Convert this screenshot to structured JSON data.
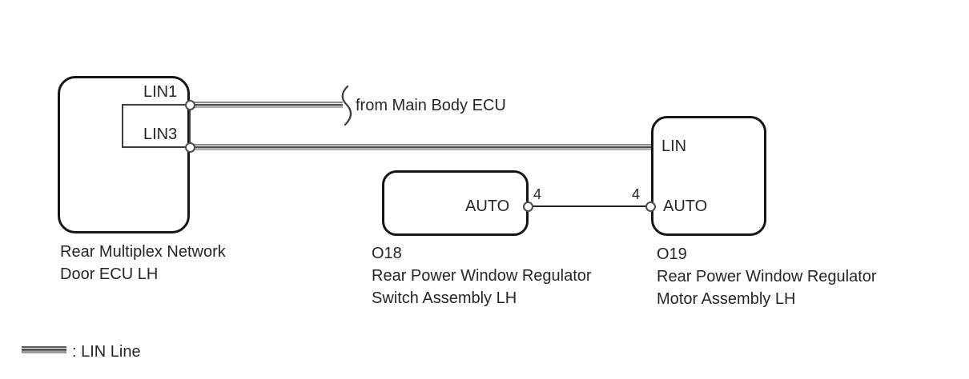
{
  "diagram_type": "wiring-diagram",
  "ecu_box": {
    "pin_lin1": "LIN1",
    "pin_lin3": "LIN3",
    "name_line1": "Rear Multiplex Network",
    "name_line2": "Door ECU LH"
  },
  "annotation": {
    "from_main_body_ecu": "from Main Body ECU"
  },
  "switch_box": {
    "code": "O18",
    "pin_auto": "AUTO",
    "pin_number": "4",
    "name_line1": "Rear Power Window Regulator",
    "name_line2": "Switch Assembly LH"
  },
  "motor_box": {
    "code": "O19",
    "pin_lin": "LIN",
    "pin_auto": "AUTO",
    "pin_number": "4",
    "name_line1": "Rear Power Window Regulator",
    "name_line2": "Motor Assembly LH"
  },
  "legend": {
    "lin_line_label": ": LIN Line"
  },
  "connections": [
    {
      "from": "Rear Multiplex Network Door ECU LH / LIN1",
      "to": "from Main Body ECU",
      "type": "LIN line"
    },
    {
      "from": "Rear Multiplex Network Door ECU LH / LIN3",
      "to": "O19 Rear Power Window Regulator Motor Assembly LH / LIN",
      "type": "LIN line"
    },
    {
      "from": "O18 Rear Power Window Regulator Switch Assembly LH / AUTO (pin 4)",
      "to": "O19 Rear Power Window Regulator Motor Assembly LH / AUTO (pin 4)",
      "type": "plain wire"
    }
  ],
  "colors": {
    "background": "#ffffff",
    "box_stroke": "#151515",
    "text": "#262626",
    "lin_wire_dark": "#4f4f4f",
    "lin_wire_mid": "#8d8d8d",
    "lin_wire_light": "#b1b1b1"
  }
}
